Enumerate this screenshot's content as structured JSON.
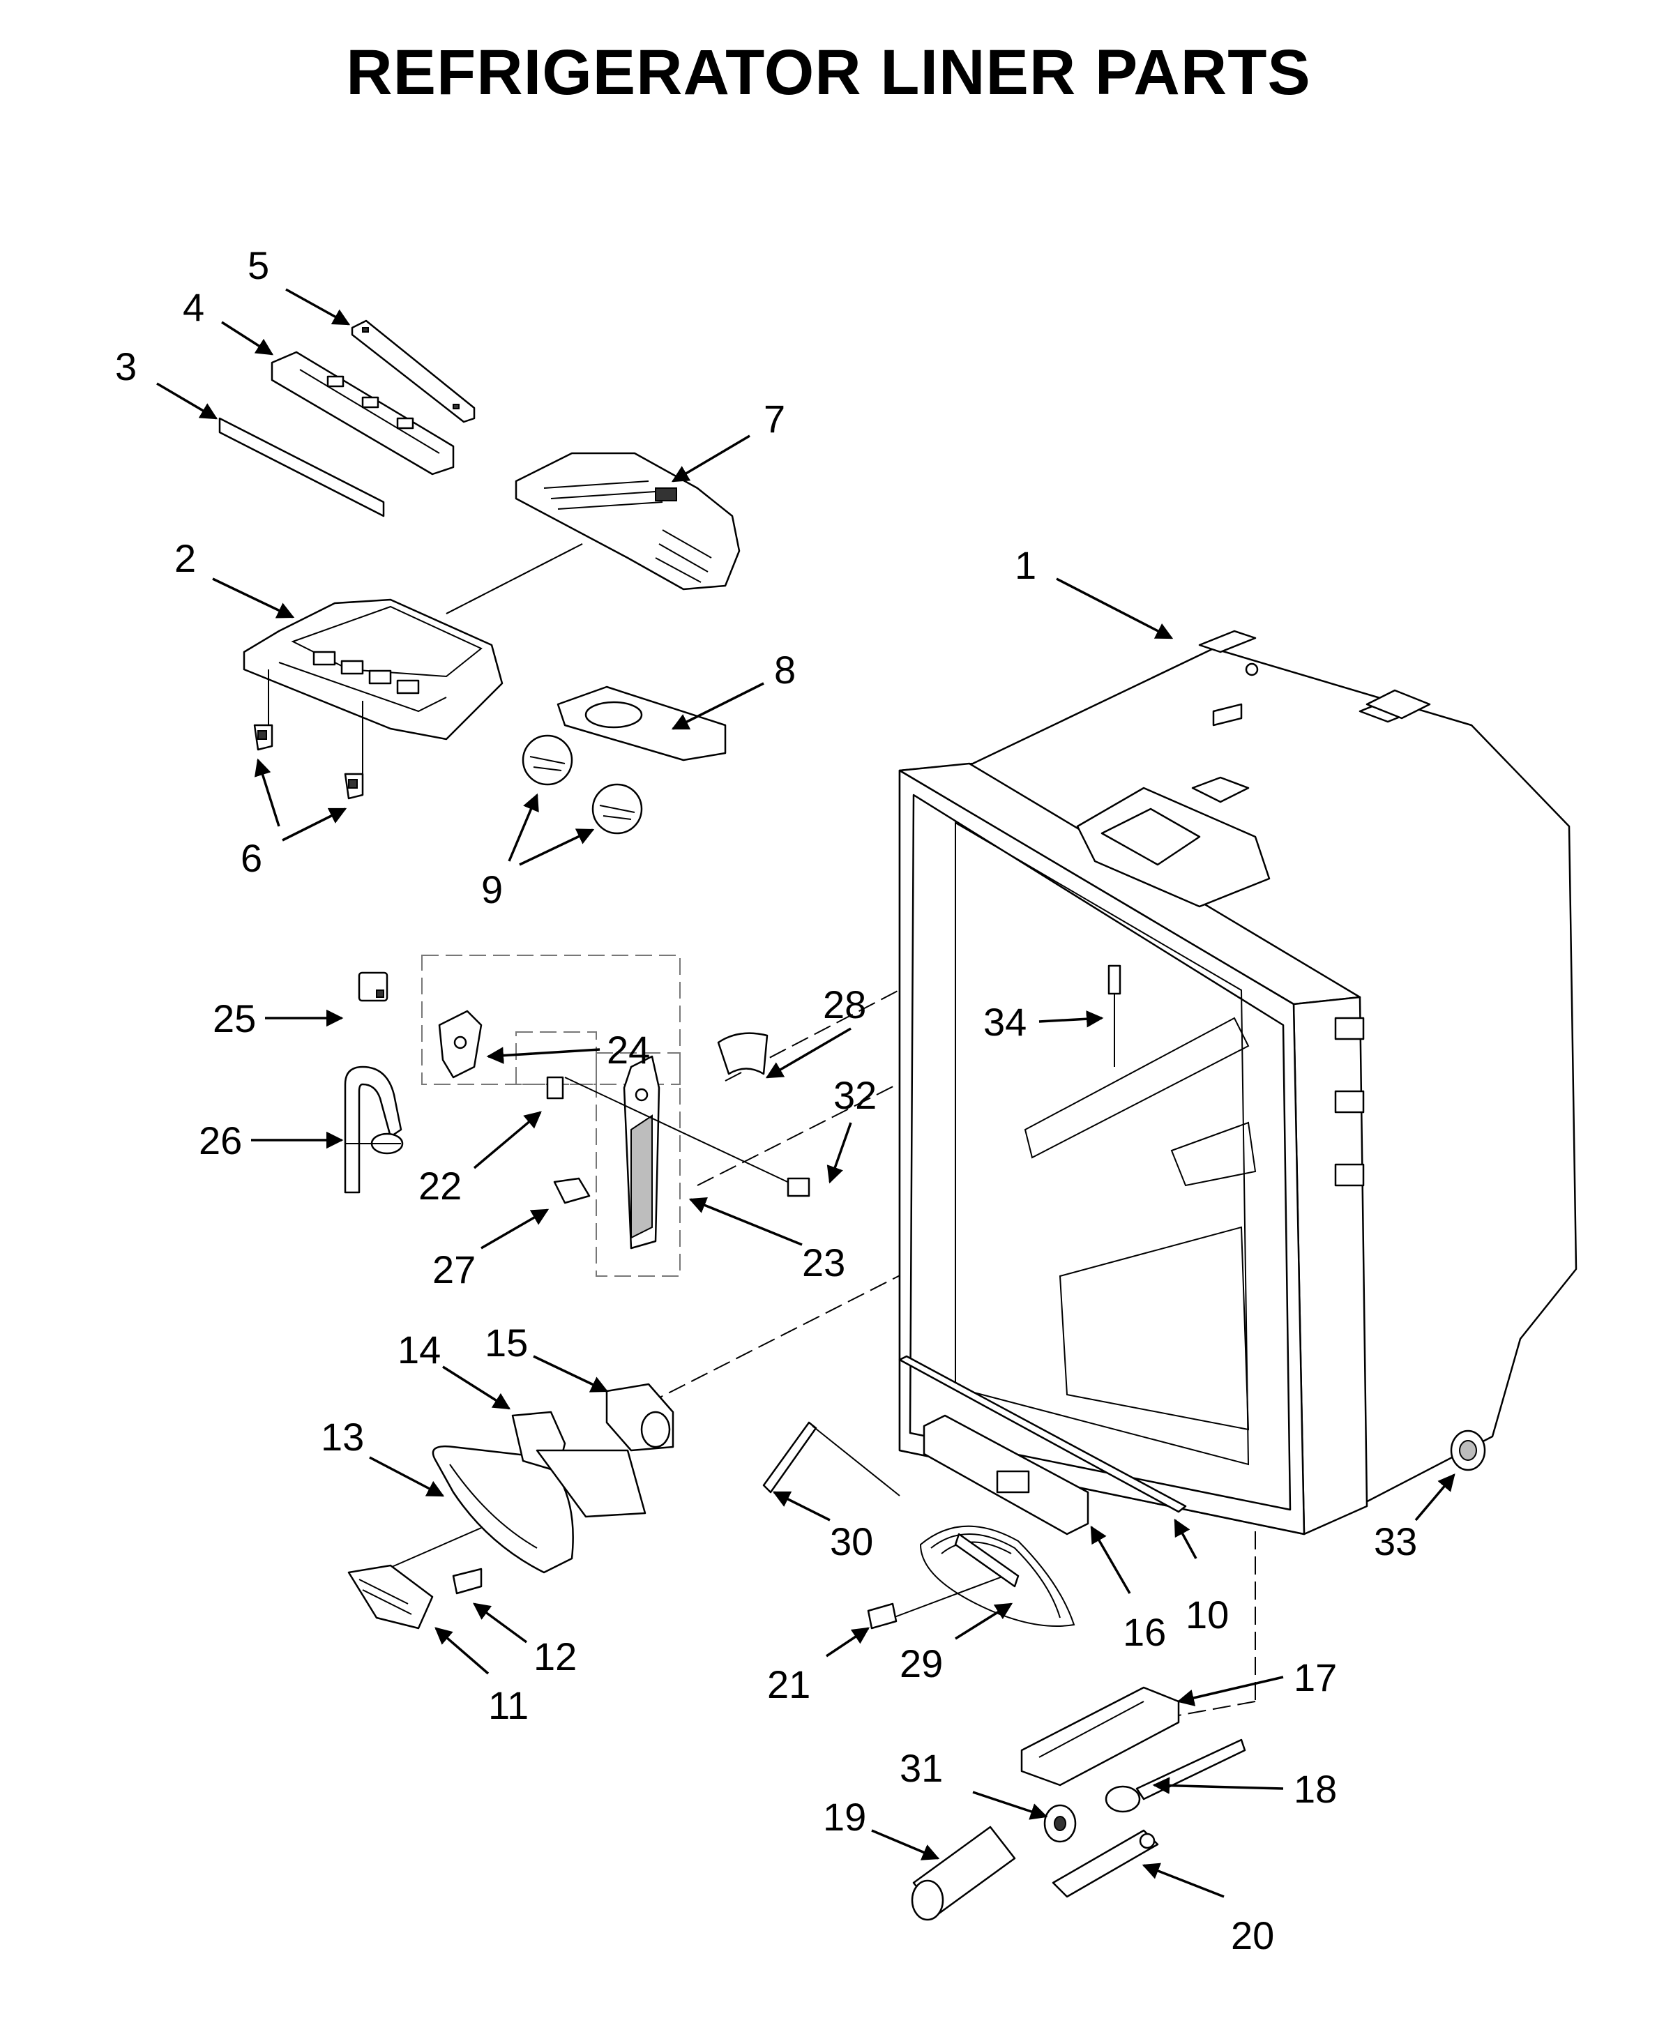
{
  "title": "REFRIGERATOR LINER PARTS",
  "callouts": [
    "1",
    "2",
    "3",
    "4",
    "5",
    "6",
    "7",
    "8",
    "9",
    "10",
    "11",
    "12",
    "13",
    "14",
    "15",
    "16",
    "17",
    "18",
    "19",
    "20",
    "21",
    "22",
    "23",
    "24",
    "25",
    "26",
    "27",
    "28",
    "29",
    "30",
    "31",
    "32",
    "33",
    "34"
  ]
}
